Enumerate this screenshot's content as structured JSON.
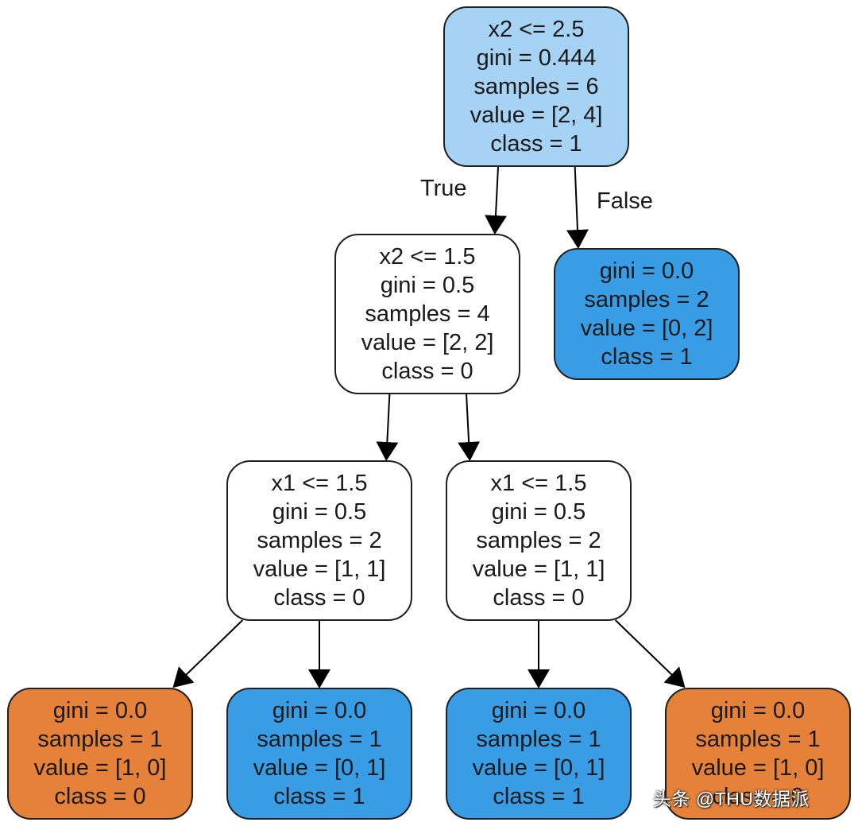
{
  "colors": {
    "root": "#a6d3f4",
    "white": "#ffffff",
    "blue": "#399de5",
    "orange": "#e58139",
    "stroke": "#1f1f1f"
  },
  "nodes": {
    "root": {
      "fill": "root",
      "lines": [
        "x2 <= 2.5",
        "gini = 0.444",
        "samples = 6",
        "value = [2, 4]",
        "class = 1"
      ]
    },
    "left": {
      "fill": "white",
      "lines": [
        "x2 <= 1.5",
        "gini = 0.5",
        "samples = 4",
        "value = [2, 2]",
        "class = 0"
      ]
    },
    "right": {
      "fill": "blue",
      "lines": [
        "gini = 0.0",
        "samples = 2",
        "value = [0, 2]",
        "class = 1"
      ]
    },
    "ll": {
      "fill": "white",
      "lines": [
        "x1 <= 1.5",
        "gini = 0.5",
        "samples = 2",
        "value = [1, 1]",
        "class = 0"
      ]
    },
    "lr": {
      "fill": "white",
      "lines": [
        "x1 <= 1.5",
        "gini = 0.5",
        "samples = 2",
        "value = [1, 1]",
        "class = 0"
      ]
    },
    "lll": {
      "fill": "orange",
      "lines": [
        "gini = 0.0",
        "samples = 1",
        "value = [1, 0]",
        "class = 0"
      ]
    },
    "llr": {
      "fill": "blue",
      "lines": [
        "gini = 0.0",
        "samples = 1",
        "value = [0, 1]",
        "class = 1"
      ]
    },
    "lrl": {
      "fill": "blue",
      "lines": [
        "gini = 0.0",
        "samples = 1",
        "value = [0, 1]",
        "class = 1"
      ]
    },
    "lrr": {
      "fill": "orange",
      "lines": [
        "gini = 0.0",
        "samples = 1",
        "value = [1, 0]",
        "class = 0"
      ]
    }
  },
  "edges": [
    {
      "from": "root",
      "to": "left"
    },
    {
      "from": "root",
      "to": "right"
    },
    {
      "from": "left",
      "to": "ll"
    },
    {
      "from": "left",
      "to": "lr"
    },
    {
      "from": "ll",
      "to": "lll"
    },
    {
      "from": "ll",
      "to": "llr"
    },
    {
      "from": "lr",
      "to": "lrl"
    },
    {
      "from": "lr",
      "to": "lrr"
    }
  ],
  "edge_labels": {
    "true_label": "True",
    "false_label": "False"
  },
  "watermark": {
    "text": "头条 @THU数据派"
  }
}
